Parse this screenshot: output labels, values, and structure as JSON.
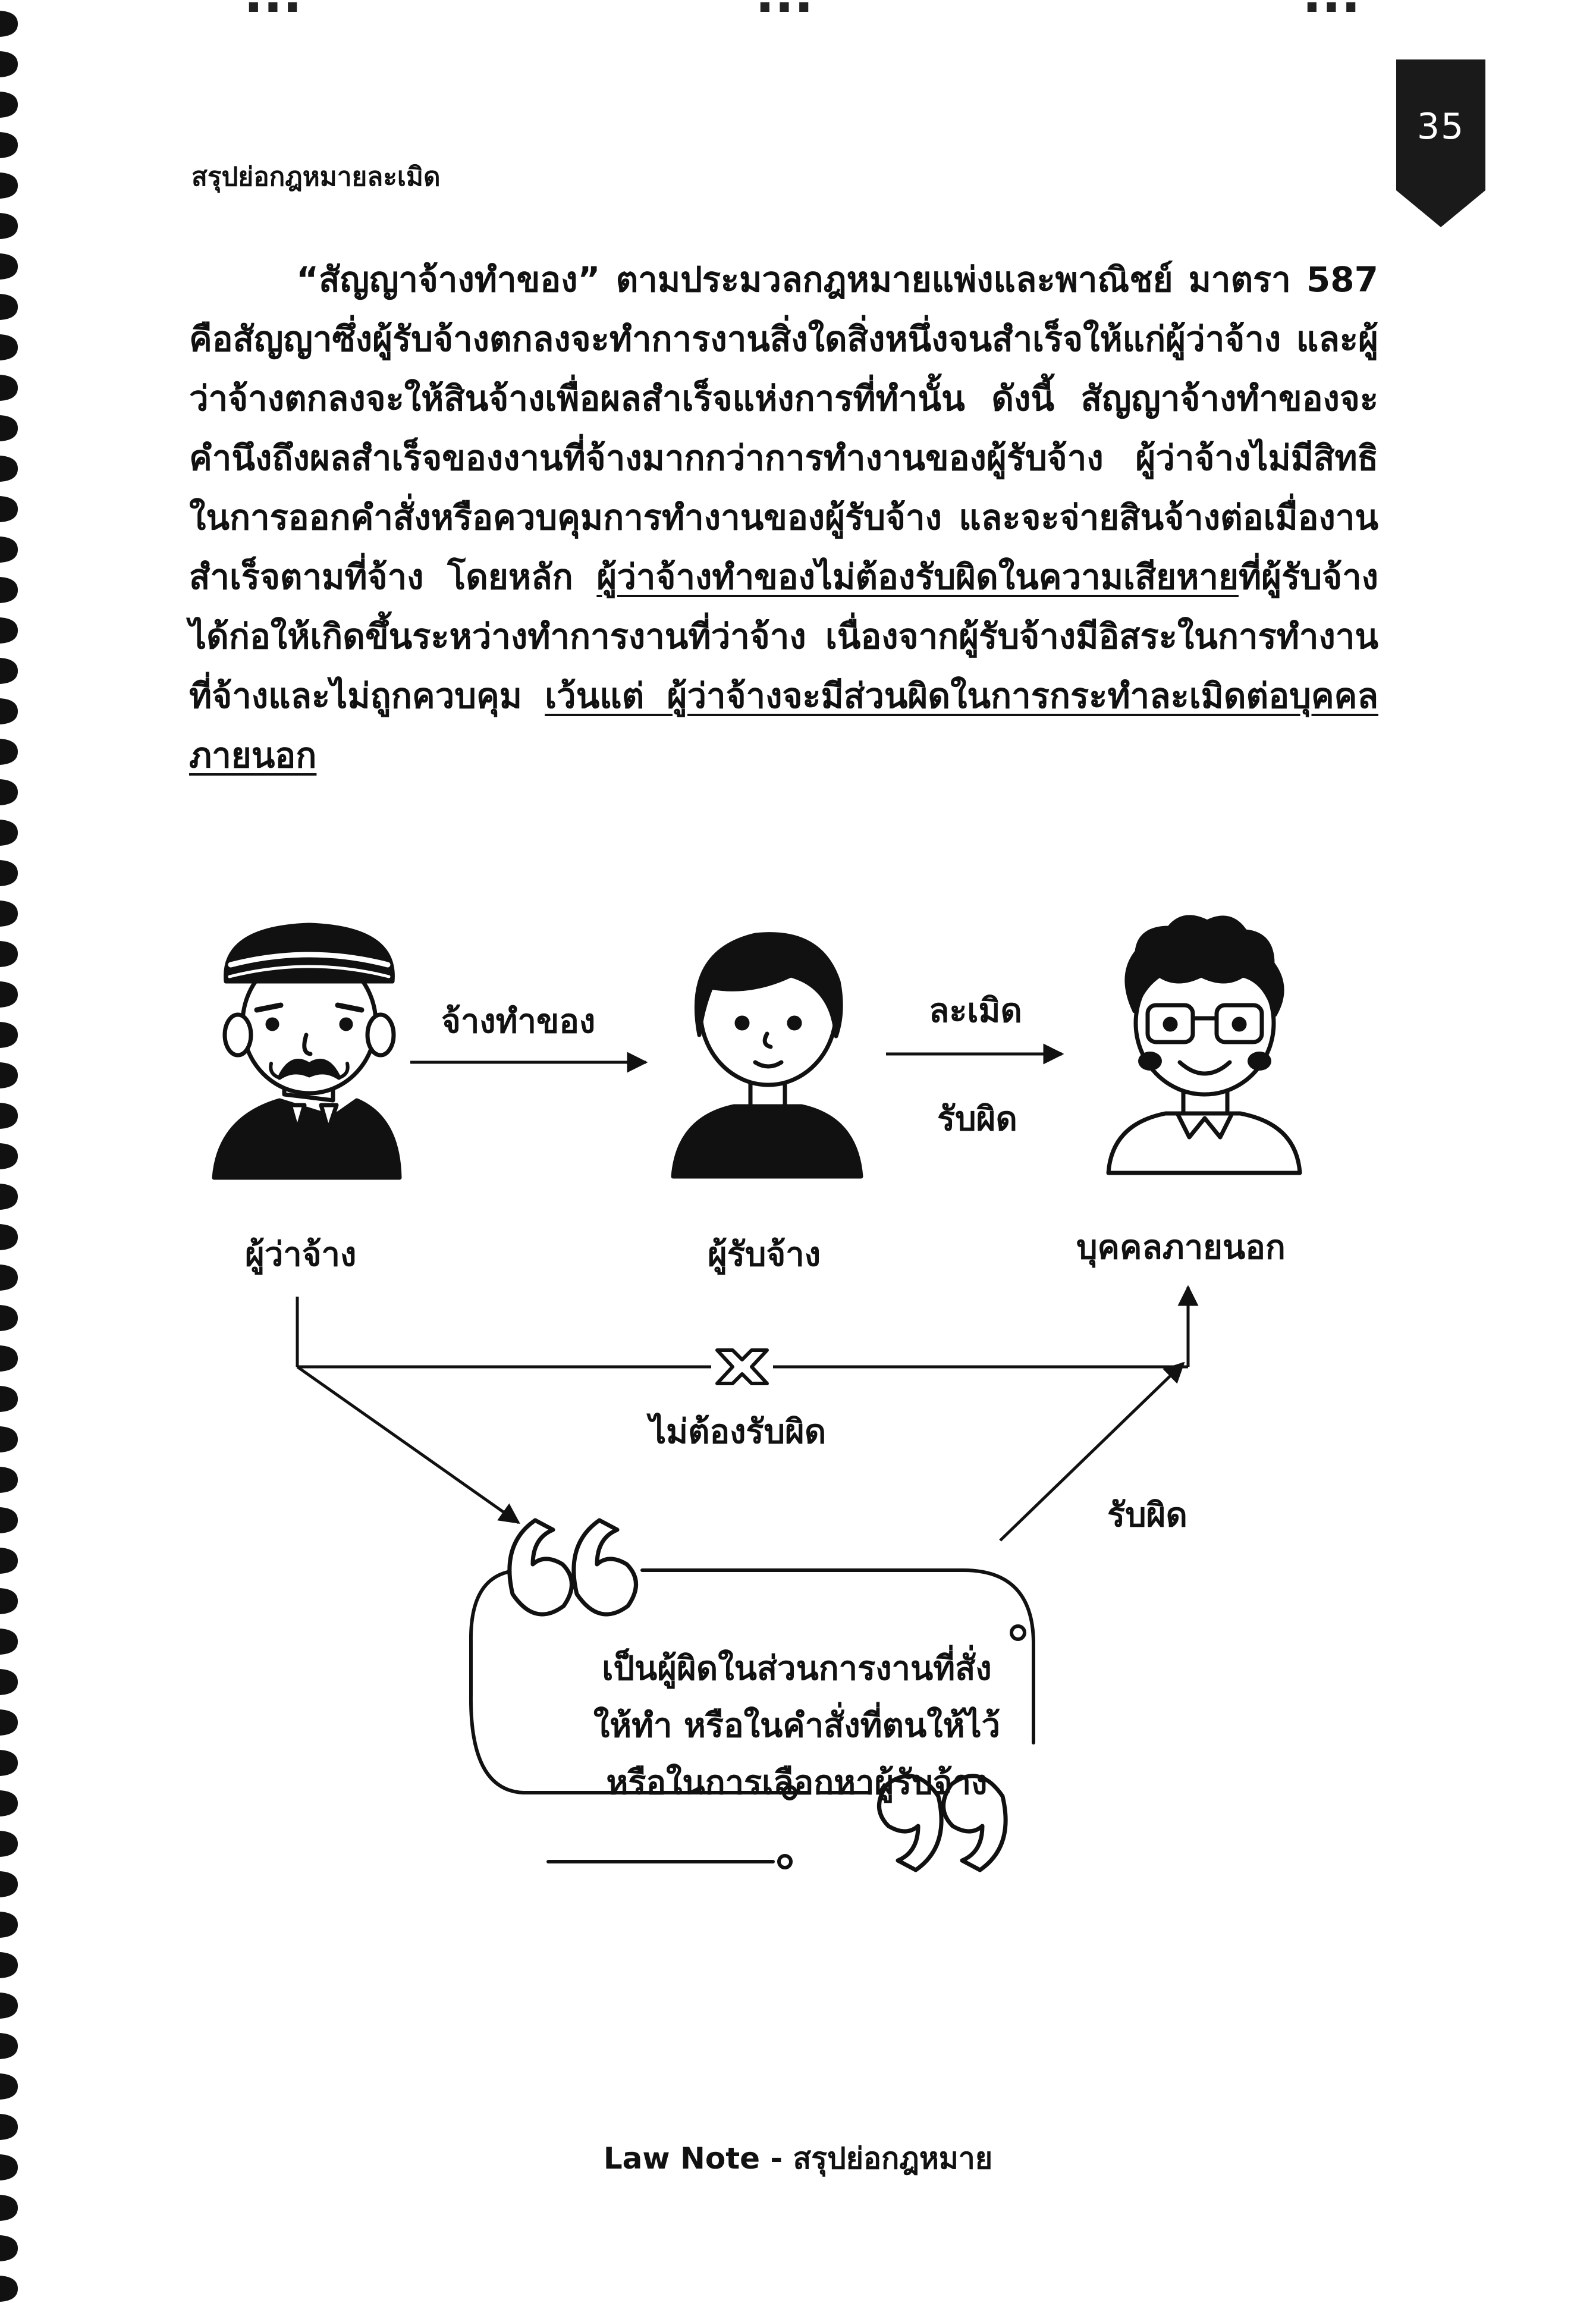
{
  "top_strip_fragments": [
    "...",
    "...",
    "..."
  ],
  "page_number": "35",
  "running_head": "สรุปย่อกฎหมายละเมิด",
  "paragraph": {
    "lead": "“สัญญาจ้างทำของ” ตามประมวลกฎหมายแพ่งและพาณิชย์ มาตรา 587",
    "part1": " คือสัญญาซึ่งผู้รับจ้างตกลงจะทำการงานสิ่งใดสิ่งหนึ่งจนสำเร็จให้แก่ผู้ว่าจ้าง และผู้ว่าจ้างตกลงจะให้สินจ้างเพื่อผลสำเร็จแห่งการที่ทำนั้น ดังนี้ สัญญาจ้างทำของจะคำนึงถึงผลสำเร็จของงานที่จ้างมากกว่าการทำงานของผู้รับจ้าง ผู้ว่าจ้างไม่มีสิทธิในการออกคำสั่งหรือควบคุมการทำงานของผู้รับจ้าง และจะจ่ายสินจ้างต่อเมื่องานสำเร็จตามที่จ้าง โดยหลัก ",
    "underline1": "ผู้ว่าจ้างทำของไม่ต้องรับผิดในความเสียหาย",
    "part2": "ที่ผู้รับจ้างได้ก่อให้เกิดขึ้นระหว่างทำการงานที่ว่าจ้าง เนื่องจากผู้รับจ้างมีอิสระในการทำงานที่จ้างและไม่ถูกควบคุม ",
    "underline2": "เว้นแต่ ผู้ว่าจ้างจะมีส่วนผิดในการกระทำละเมิดต่อบุคคลภายนอก"
  },
  "diagram": {
    "employer_label": "ผู้ว่าจ้าง",
    "contractor_label": "ผู้รับจ้าง",
    "third_party_label": "บุคคลภายนอก",
    "arrow_hire_label": "จ้างทำของ",
    "arrow_tort_label": "ละเมิด",
    "arrow_liable_label": "รับผิด",
    "not_liable_label": "ไม่ต้องรับผิด",
    "bubble_liable_label": "รับผิด",
    "bubble_lines": [
      "เป็นผู้ผิดในส่วนการงานที่สั่ง",
      "ให้ทำ หรือในคำสั่งที่ตนให้ไว้",
      "หรือในการเลือกหาผู้รับจ้าง"
    ]
  },
  "footer": "Law Note - สรุปย่อกฎหมาย"
}
